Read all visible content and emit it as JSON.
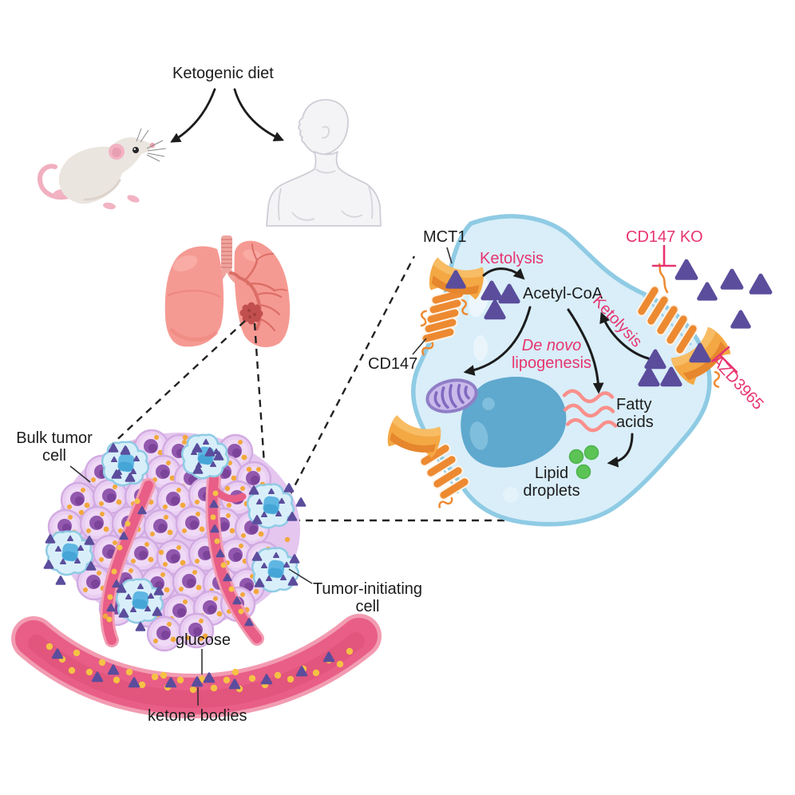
{
  "colors": {
    "accent_pink": "#E7356F",
    "text_black": "#1C1C1C",
    "ketone_purple": "#5B4D9C",
    "glucose_yellow": "#F5C245",
    "cell_fill": "#D9EEF9",
    "cell_stroke": "#8FCBE4",
    "transporter_orange": "#F4A844",
    "helix_orange": "#ED8A31",
    "vessel_pink": "#E85E86",
    "vessel_rim_pink": "#F29BB1",
    "lipid_green": "#5CC355",
    "tumor_cell_lavender": "#E9CEF2",
    "nucleus_blue": "#5FA8CE",
    "mito_purple": "#C9BAEB",
    "lung_pink": "#F59A93"
  },
  "header": {
    "title": "Ketogenic diet"
  },
  "tumor_section": {
    "bulk_label": [
      "Bulk tumor",
      "cell"
    ],
    "tic_label": [
      "Tumor-initiating",
      "cell"
    ],
    "glucose": "glucose",
    "ketone_bodies": "ketone bodies"
  },
  "cell_section": {
    "mct1": "MCT1",
    "cd147": "CD147",
    "ketolysis_left": "Ketolysis",
    "ketolysis_right": "Ketolysis",
    "acetyl_coa": "Acetyl-CoA",
    "de_novo": "De novo",
    "lipogenesis": "lipogenesis",
    "fatty": "Fatty",
    "acids": "acids",
    "lipid": "Lipid",
    "droplets": "droplets",
    "cd147_ko": "CD147 KO",
    "azd3965": "AZD3965"
  }
}
